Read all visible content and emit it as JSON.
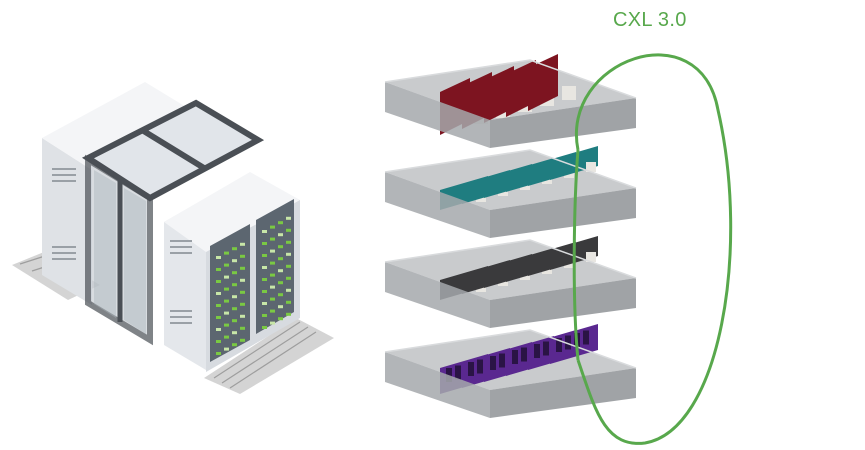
{
  "link_label": "CXL 3.0",
  "colors": {
    "link": "#58a84c",
    "tray_top": "#c9cbcd",
    "tray_front": "#a5a8ab",
    "tray_side": "#8f9396",
    "card_red": "#7d1420",
    "card_teal": "#1f7d80",
    "card_dark": "#3a3a3c",
    "card_purple": "#5a2890",
    "rack_white": "#e9ebee",
    "rack_frame": "#4a4f55",
    "led_green": "#7ac943"
  },
  "trays": [
    {
      "name": "tray-red-accelerators",
      "card_color": "#7d1420",
      "cards": "tall"
    },
    {
      "name": "tray-teal-accelerators",
      "card_color": "#1f7d80",
      "cards": "board"
    },
    {
      "name": "tray-dark-accelerators",
      "card_color": "#3a3a3c",
      "cards": "board"
    },
    {
      "name": "tray-purple-memory",
      "card_color": "#5a2890",
      "cards": "memory"
    }
  ]
}
